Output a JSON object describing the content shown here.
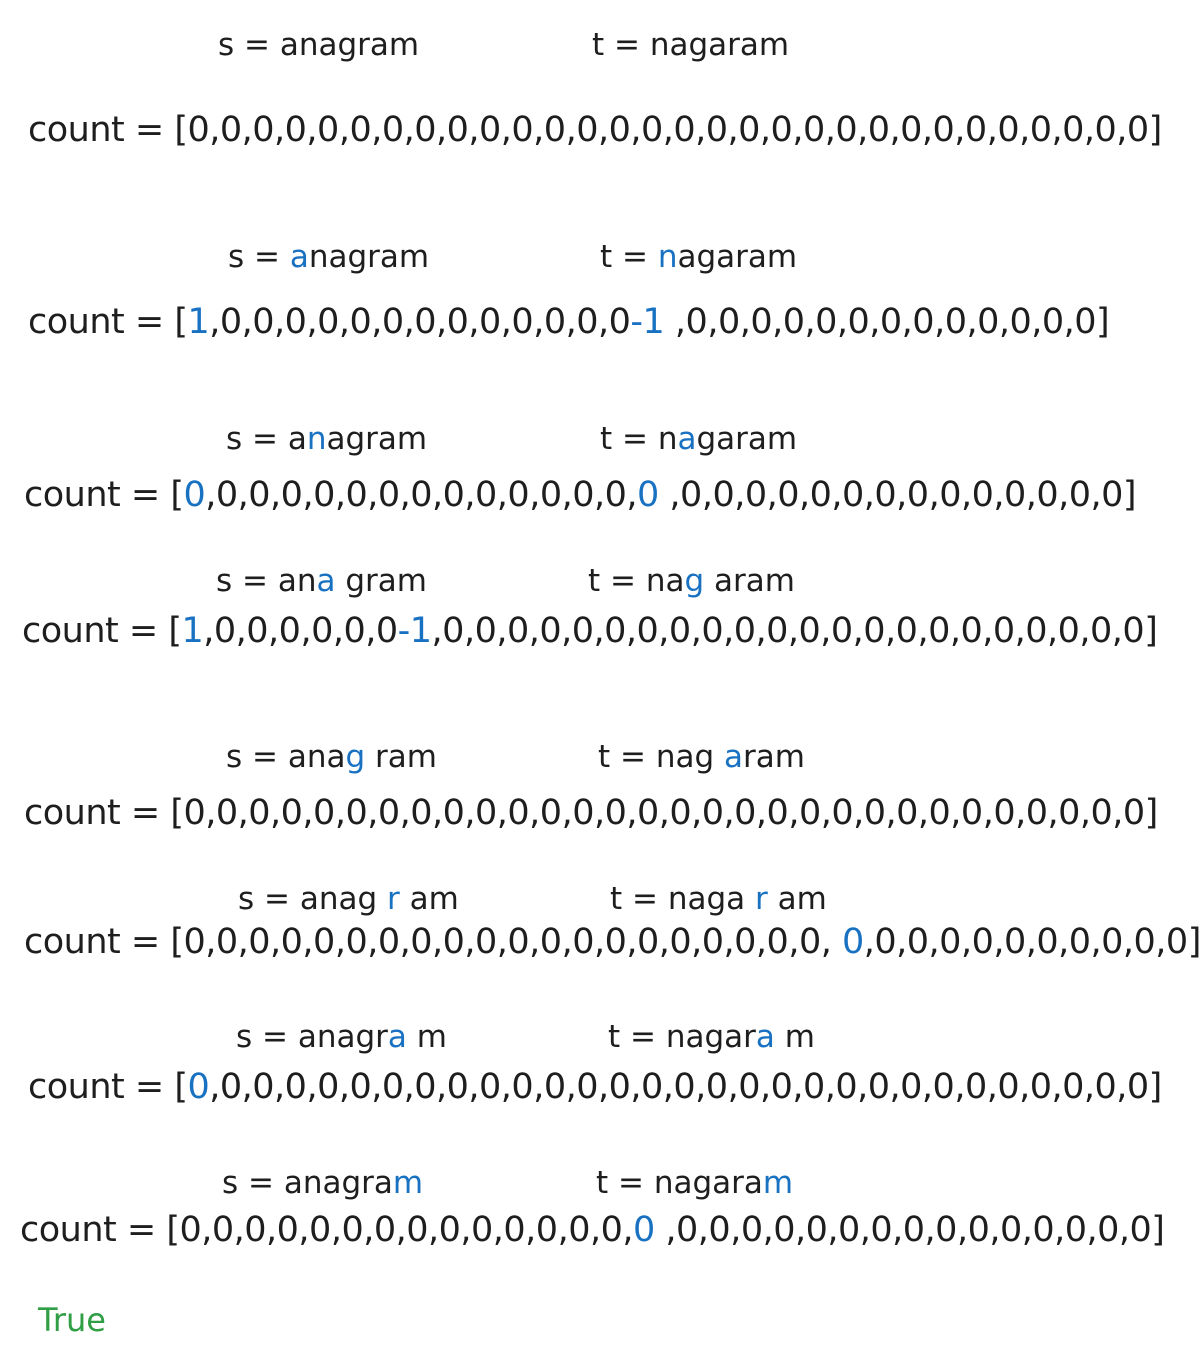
{
  "colors": {
    "ink": "#1e1e1e",
    "highlight": "#1971c2",
    "result": "#2f9e44"
  },
  "steps": [
    {
      "s_line": [
        {
          "t": "s = anagram"
        }
      ],
      "t_line": [
        {
          "t": "t = nagaram"
        }
      ],
      "count_line": [
        {
          "t": "count = [0,0,0,0,0,0,0,0,0,0,0,0,0,0,0,0,0,0,0,0,0,0,0,0,0,0,0,0,0,0]"
        }
      ]
    },
    {
      "s_line": [
        {
          "t": "s = "
        },
        {
          "t": "a",
          "hl": true
        },
        {
          "t": "nagram"
        }
      ],
      "t_line": [
        {
          "t": "t = "
        },
        {
          "t": "n",
          "hl": true
        },
        {
          "t": "agaram"
        }
      ],
      "count_line": [
        {
          "t": "count = ["
        },
        {
          "t": "1",
          "hl": true
        },
        {
          "t": ",0,0,0,0,0,0,0,0,0,0,0,0,0"
        },
        {
          "t": "-1",
          "hl": true
        },
        {
          "t": " ,0,0,0,0,0,0,0,0,0,0,0,0,0]"
        }
      ]
    },
    {
      "s_line": [
        {
          "t": "s = a"
        },
        {
          "t": "n",
          "hl": true
        },
        {
          "t": "agram"
        }
      ],
      "t_line": [
        {
          "t": "t = n"
        },
        {
          "t": "a",
          "hl": true
        },
        {
          "t": "garam"
        }
      ],
      "count_line": [
        {
          "t": "count = ["
        },
        {
          "t": "0",
          "hl": true
        },
        {
          "t": ",0,0,0,0,0,0,0,0,0,0,0,0,0,"
        },
        {
          "t": "0",
          "hl": true
        },
        {
          "t": " ,0,0,0,0,0,0,0,0,0,0,0,0,0,0]"
        }
      ]
    },
    {
      "s_line": [
        {
          "t": "s = an"
        },
        {
          "t": "a",
          "hl": true
        },
        {
          "t": " gram"
        }
      ],
      "t_line": [
        {
          "t": "t = na"
        },
        {
          "t": "g",
          "hl": true
        },
        {
          "t": " aram"
        }
      ],
      "count_line": [
        {
          "t": "count = ["
        },
        {
          "t": "1",
          "hl": true
        },
        {
          "t": ",0,0,0,0,0,0"
        },
        {
          "t": "-1",
          "hl": true
        },
        {
          "t": ",0,0,0,0,0,0,0,0,0,0,0,0,0,0,0,0,0,0,0,0,0,0]"
        }
      ]
    },
    {
      "s_line": [
        {
          "t": "s = ana"
        },
        {
          "t": "g",
          "hl": true
        },
        {
          "t": " ram"
        }
      ],
      "t_line": [
        {
          "t": "t = nag "
        },
        {
          "t": "a",
          "hl": true
        },
        {
          "t": "ram"
        }
      ],
      "count_line": [
        {
          "t": "count = [0,0,0,0,0,0,0,0,0,0,0,0,0,0,0,0,0,0,0,0,0,0,0,0,0,0,0,0,0,0]"
        }
      ]
    },
    {
      "s_line": [
        {
          "t": "s = anag "
        },
        {
          "t": "r",
          "hl": true
        },
        {
          "t": " am"
        }
      ],
      "t_line": [
        {
          "t": "t = naga "
        },
        {
          "t": "r",
          "hl": true
        },
        {
          "t": " am"
        }
      ],
      "count_line": [
        {
          "t": "count = [0,0,0,0,0,0,0,0,0,0,0,0,0,0,0,0,0,0,0,0, "
        },
        {
          "t": "0",
          "hl": true
        },
        {
          "t": ",0,0,0,0,0,0,0,0,0,0]"
        }
      ]
    },
    {
      "s_line": [
        {
          "t": "s = anagr"
        },
        {
          "t": "a",
          "hl": true
        },
        {
          "t": " m"
        }
      ],
      "t_line": [
        {
          "t": "t = nagar"
        },
        {
          "t": "a",
          "hl": true
        },
        {
          "t": " m"
        }
      ],
      "count_line": [
        {
          "t": "count = ["
        },
        {
          "t": "0",
          "hl": true
        },
        {
          "t": ",0,0,0,0,0,0,0,0,0,0,0,0,0,0,0,0,0,0,0,0,0,0,0,0,0,0,0,0,0]"
        }
      ]
    },
    {
      "s_line": [
        {
          "t": "s = anagra"
        },
        {
          "t": "m",
          "hl": true
        }
      ],
      "t_line": [
        {
          "t": "t = nagara"
        },
        {
          "t": "m",
          "hl": true
        }
      ],
      "count_line": [
        {
          "t": "count = [0,0,0,0,0,0,0,0,0,0,0,0,0,0,"
        },
        {
          "t": "0",
          "hl": true
        },
        {
          "t": " ,0,0,0,0,0,0,0,0,0,0,0,0,0,0,0]"
        }
      ]
    }
  ],
  "result": "True"
}
